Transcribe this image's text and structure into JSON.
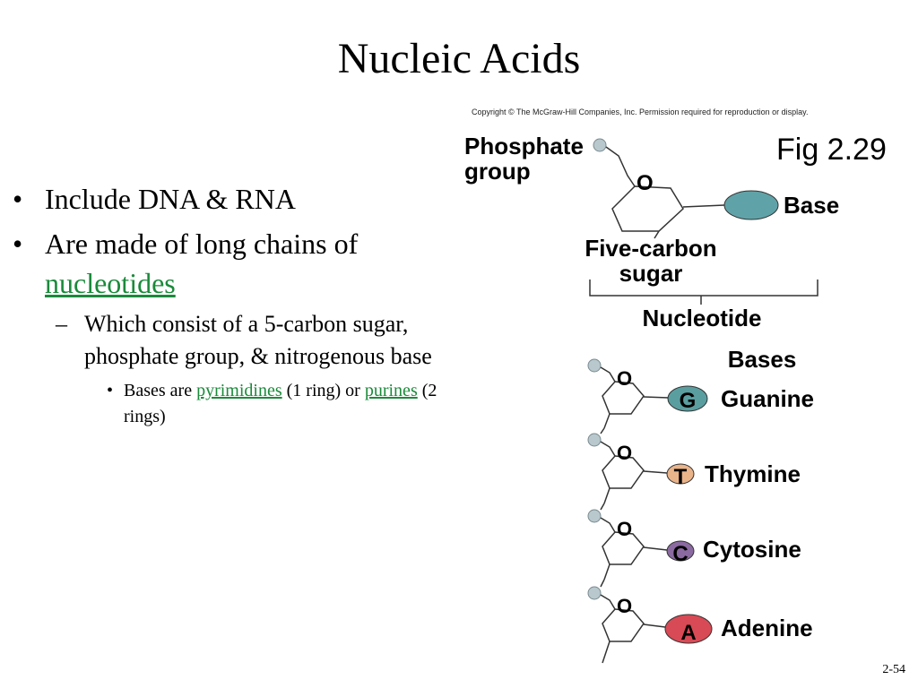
{
  "slide": {
    "title": "Nucleic Acids",
    "slide_number": "2-54"
  },
  "bullets": {
    "b1": "Include DNA & RNA",
    "b2_text": "Are made of long chains of",
    "b2_link": "nucleotides",
    "sub_text": "Which consist of a 5-carbon sugar, phosphate group, & nitrogenous base",
    "subsub_1": "Bases are",
    "subsub_link1": "pyrimidines",
    "subsub_2": "(1 ring)",
    "subsub_3": "or",
    "subsub_link2": "purines",
    "subsub_4": "(2 rings)"
  },
  "figure": {
    "copyright": "Copyright © The McGraw-Hill Companies, Inc. Permission required for reproduction or display.",
    "fig_label": "Fig 2.29",
    "phosphate_line1": "Phosphate",
    "phosphate_line2": "group",
    "oxygen": "O",
    "base": "Base",
    "sugar_line1": "Five-carbon",
    "sugar_line2": "sugar",
    "nucleotide": "Nucleotide",
    "bases_header": "Bases",
    "bases": [
      {
        "letter": "G",
        "name": "Guanine",
        "color": "#5a9ea0"
      },
      {
        "letter": "T",
        "name": "Thymine",
        "color": "#eab48a"
      },
      {
        "letter": "C",
        "name": "Cytosine",
        "color": "#8a6aa0"
      },
      {
        "letter": "A",
        "name": "Adenine",
        "color": "#d84a55"
      }
    ],
    "base_color": "#5fa3a8",
    "phosphate_color": "#b8c8cc"
  },
  "colors": {
    "link": "#1a8a3a"
  }
}
